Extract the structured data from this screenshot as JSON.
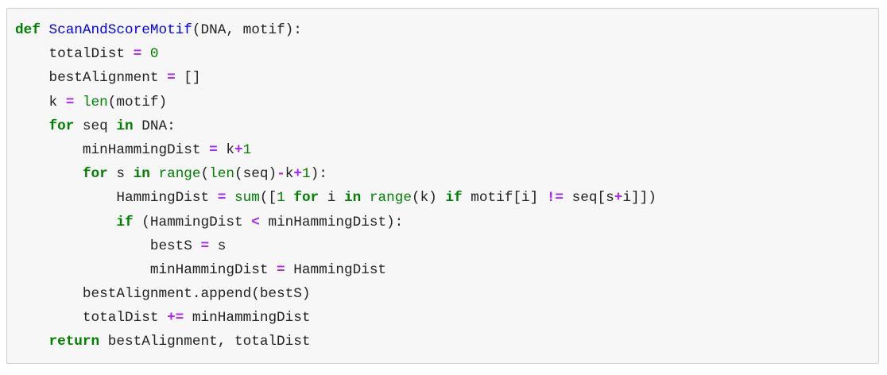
{
  "colors": {
    "background": "#f7f7f7",
    "border": "#cfcfcf",
    "text": "#222222",
    "keyword": "#008000",
    "operator": "#aa22ff",
    "function_name": "#0000ff",
    "builtin": "#008000",
    "number": "#008000"
  },
  "code_cell": {
    "language": "python",
    "lines": [
      [
        {
          "t": "def",
          "c": "kw"
        },
        {
          "t": " ",
          "c": "tx"
        },
        {
          "t": "ScanAndScoreMotif",
          "c": "fn"
        },
        {
          "t": "(DNA, motif):",
          "c": "tx"
        }
      ],
      [
        {
          "t": "    totalDist ",
          "c": "tx"
        },
        {
          "t": "=",
          "c": "op"
        },
        {
          "t": " ",
          "c": "tx"
        },
        {
          "t": "0",
          "c": "num"
        }
      ],
      [
        {
          "t": "    bestAlignment ",
          "c": "tx"
        },
        {
          "t": "=",
          "c": "op"
        },
        {
          "t": " []",
          "c": "tx"
        }
      ],
      [
        {
          "t": "    k ",
          "c": "tx"
        },
        {
          "t": "=",
          "c": "op"
        },
        {
          "t": " ",
          "c": "tx"
        },
        {
          "t": "len",
          "c": "bi"
        },
        {
          "t": "(motif)",
          "c": "tx"
        }
      ],
      [
        {
          "t": "    ",
          "c": "tx"
        },
        {
          "t": "for",
          "c": "kw"
        },
        {
          "t": " seq ",
          "c": "tx"
        },
        {
          "t": "in",
          "c": "kw"
        },
        {
          "t": " DNA:",
          "c": "tx"
        }
      ],
      [
        {
          "t": "        minHammingDist ",
          "c": "tx"
        },
        {
          "t": "=",
          "c": "op"
        },
        {
          "t": " k",
          "c": "tx"
        },
        {
          "t": "+",
          "c": "op"
        },
        {
          "t": "1",
          "c": "num"
        }
      ],
      [
        {
          "t": "        ",
          "c": "tx"
        },
        {
          "t": "for",
          "c": "kw"
        },
        {
          "t": " s ",
          "c": "tx"
        },
        {
          "t": "in",
          "c": "kw"
        },
        {
          "t": " ",
          "c": "tx"
        },
        {
          "t": "range",
          "c": "bi"
        },
        {
          "t": "(",
          "c": "tx"
        },
        {
          "t": "len",
          "c": "bi"
        },
        {
          "t": "(seq)",
          "c": "tx"
        },
        {
          "t": "-",
          "c": "op"
        },
        {
          "t": "k",
          "c": "tx"
        },
        {
          "t": "+",
          "c": "op"
        },
        {
          "t": "1",
          "c": "num"
        },
        {
          "t": "):",
          "c": "tx"
        }
      ],
      [
        {
          "t": "            HammingDist ",
          "c": "tx"
        },
        {
          "t": "=",
          "c": "op"
        },
        {
          "t": " ",
          "c": "tx"
        },
        {
          "t": "sum",
          "c": "bi"
        },
        {
          "t": "([",
          "c": "tx"
        },
        {
          "t": "1",
          "c": "num"
        },
        {
          "t": " ",
          "c": "tx"
        },
        {
          "t": "for",
          "c": "kw"
        },
        {
          "t": " i ",
          "c": "tx"
        },
        {
          "t": "in",
          "c": "kw"
        },
        {
          "t": " ",
          "c": "tx"
        },
        {
          "t": "range",
          "c": "bi"
        },
        {
          "t": "(k) ",
          "c": "tx"
        },
        {
          "t": "if",
          "c": "kw"
        },
        {
          "t": " motif[i] ",
          "c": "tx"
        },
        {
          "t": "!=",
          "c": "op"
        },
        {
          "t": " seq[s",
          "c": "tx"
        },
        {
          "t": "+",
          "c": "op"
        },
        {
          "t": "i]])",
          "c": "tx"
        }
      ],
      [
        {
          "t": "            ",
          "c": "tx"
        },
        {
          "t": "if",
          "c": "kw"
        },
        {
          "t": " (HammingDist ",
          "c": "tx"
        },
        {
          "t": "<",
          "c": "op"
        },
        {
          "t": " minHammingDist):",
          "c": "tx"
        }
      ],
      [
        {
          "t": "                bestS ",
          "c": "tx"
        },
        {
          "t": "=",
          "c": "op"
        },
        {
          "t": " s",
          "c": "tx"
        }
      ],
      [
        {
          "t": "                minHammingDist ",
          "c": "tx"
        },
        {
          "t": "=",
          "c": "op"
        },
        {
          "t": " HammingDist",
          "c": "tx"
        }
      ],
      [
        {
          "t": "        bestAlignment.append(bestS)",
          "c": "tx"
        }
      ],
      [
        {
          "t": "        totalDist ",
          "c": "tx"
        },
        {
          "t": "+=",
          "c": "op"
        },
        {
          "t": " minHammingDist",
          "c": "tx"
        }
      ],
      [
        {
          "t": "    ",
          "c": "tx"
        },
        {
          "t": "return",
          "c": "kw"
        },
        {
          "t": " bestAlignment, totalDist",
          "c": "tx"
        }
      ]
    ]
  }
}
